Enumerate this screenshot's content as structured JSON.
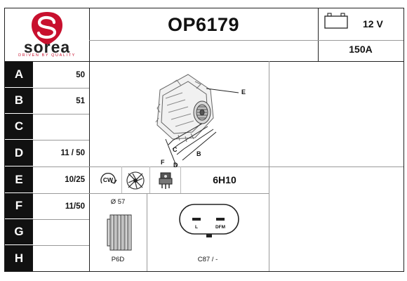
{
  "logo": {
    "brand": "sorea",
    "tagline": "DRIVEN BY QUALITY",
    "color": "#c8102e"
  },
  "header": {
    "part_number": "OP6179",
    "voltage": "12 V",
    "amperage": "150A"
  },
  "rows": [
    {
      "letter": "A",
      "value": "50"
    },
    {
      "letter": "B",
      "value": "51"
    },
    {
      "letter": "C",
      "value": ""
    },
    {
      "letter": "D",
      "value": "11 / 50"
    },
    {
      "letter": "E",
      "value": "10/25"
    },
    {
      "letter": "F",
      "value": "11/50"
    },
    {
      "letter": "G",
      "value": ""
    },
    {
      "letter": "H",
      "value": ""
    }
  ],
  "diagram": {
    "labels": {
      "e": "E",
      "f": "F",
      "c": "C",
      "d": "D",
      "b": "B"
    }
  },
  "specs": {
    "rotation": "CW",
    "regulator_code": "6H10",
    "pulley_diameter": "Ø 57",
    "pulley_type": "P6D",
    "connector_left": "L",
    "connector_right": "DFM",
    "connector_code": "C87 / -"
  },
  "icons": [
    "battery-icon",
    "clockwise-rotation-icon",
    "no-fan-icon",
    "regulator-icon",
    "pulley-icon",
    "connector-icon"
  ]
}
